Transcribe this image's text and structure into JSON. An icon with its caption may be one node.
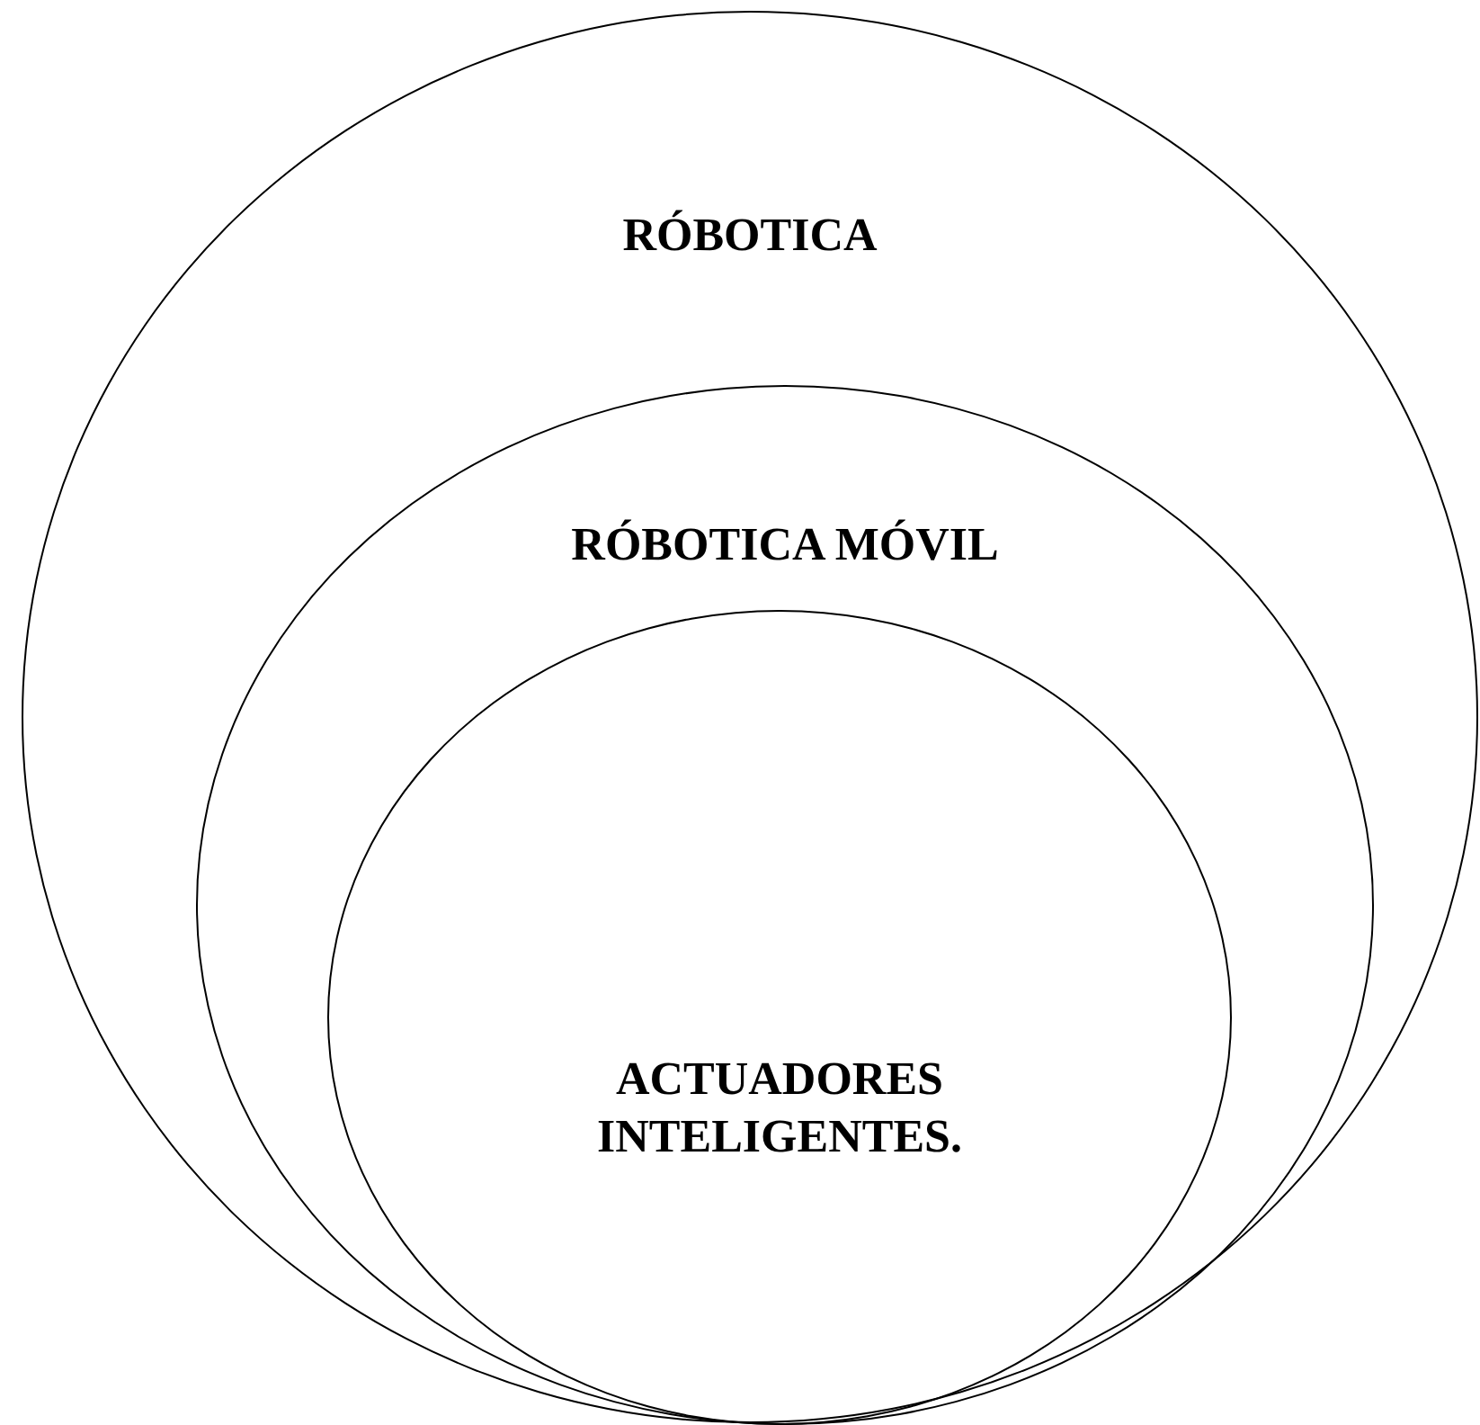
{
  "diagram": {
    "nodes": [
      {
        "text": [
          "RÓBOTICA"
        ]
      },
      {
        "text": [
          "RÓBOTICA MÓVIL"
        ],
        "in": 0
      },
      {
        "text": [
          "ACTUADORES INTELIGENTES."
        ],
        "in": 1
      }
    ]
  }
}
